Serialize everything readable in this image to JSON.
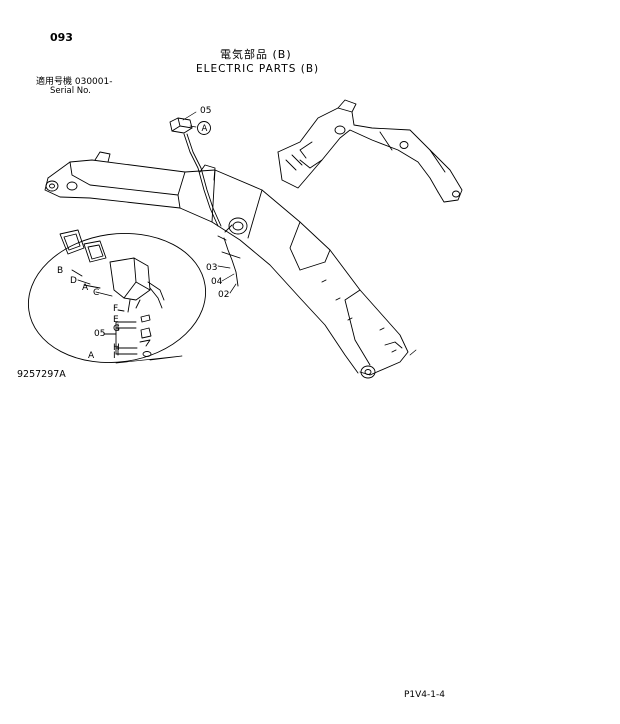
{
  "header": {
    "page_number": "093",
    "title_jp": "電気部品 (B)",
    "title_en": "ELECTRIC PARTS (B)",
    "serial_jp": "適用号機  030001-",
    "serial_en": "Serial No."
  },
  "diagram": {
    "figure_code": "9257297A",
    "callouts": {
      "p05_top": "05",
      "circle_a": "A",
      "p03": "03",
      "p04": "04",
      "p02": "02",
      "b": "B",
      "d": "D",
      "a": "A",
      "c": "C",
      "f": "F",
      "e": "E",
      "p05_detail": "05",
      "g": "G",
      "h": "H",
      "i": "I",
      "a_bottom": "A"
    }
  },
  "footer": {
    "code": "P1V4-1-4"
  }
}
